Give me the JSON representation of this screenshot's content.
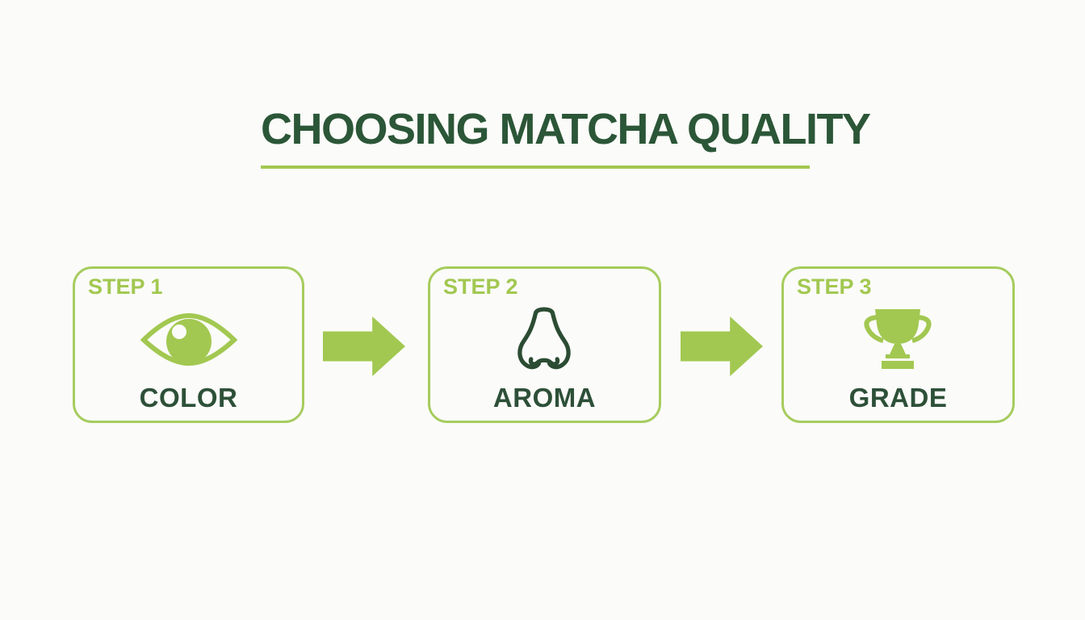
{
  "title": "CHOOSING MATCHA QUALITY",
  "steps": [
    {
      "step_label": "STEP 1",
      "criterion": "COLOR",
      "icon": "eye-icon"
    },
    {
      "step_label": "STEP 2",
      "criterion": "AROMA",
      "icon": "nose-icon"
    },
    {
      "step_label": "STEP 3",
      "criterion": "GRADE",
      "icon": "trophy-icon"
    }
  ],
  "colors": {
    "accent_green": "#a2c851",
    "border_green": "#a6cc5e",
    "title_green": "#2b5637",
    "label_green": "#2d5038",
    "background": "#fbfbf9"
  }
}
